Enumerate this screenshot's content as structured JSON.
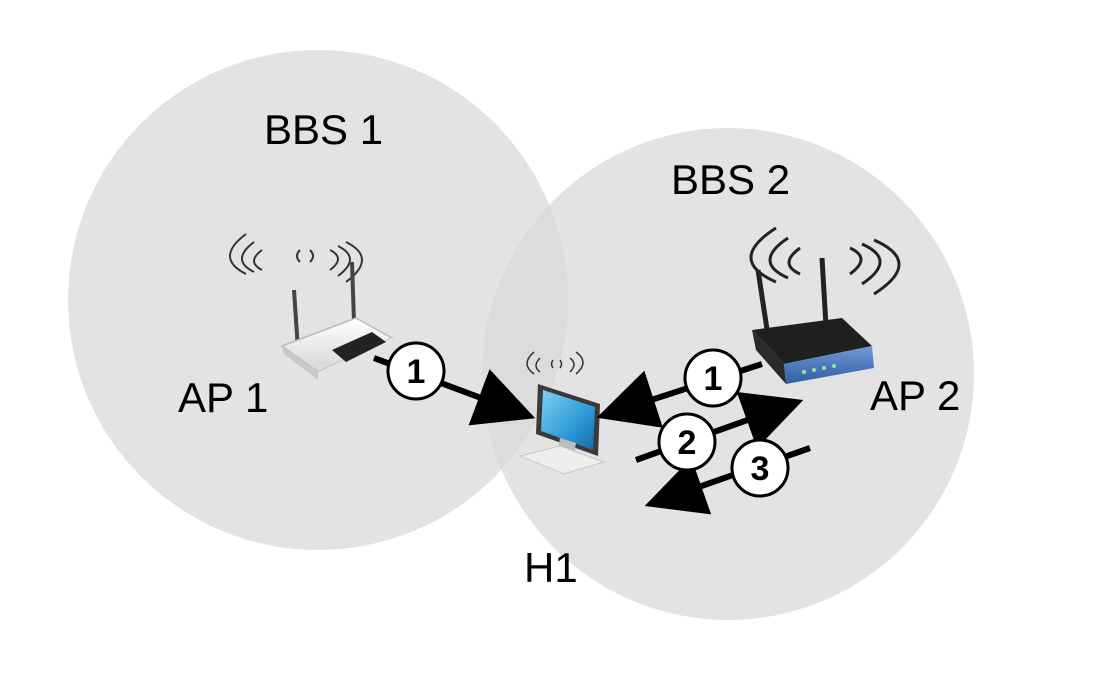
{
  "diagram": {
    "bss1_label": "BBS 1",
    "bss2_label": "BBS 2",
    "ap1_label": "AP 1",
    "ap2_label": "AP 2",
    "host_label": "H1",
    "steps": {
      "ap1_to_h1": "1",
      "ap2_to_h1": "1",
      "h1_to_ap2": "2",
      "ap2_to_h1_reply": "3"
    }
  },
  "colors": {
    "coverage_fill": "#d9d9d9",
    "arrow": "#000000",
    "ap1_body": "#f2f2f2",
    "ap2_body": "#3f6fb5",
    "monitor_screen": "#2f9bd8"
  },
  "icons": {
    "ap1": "wireless-router-white-icon",
    "ap2": "wireless-router-blue-icon",
    "h1": "desktop-computer-icon"
  }
}
